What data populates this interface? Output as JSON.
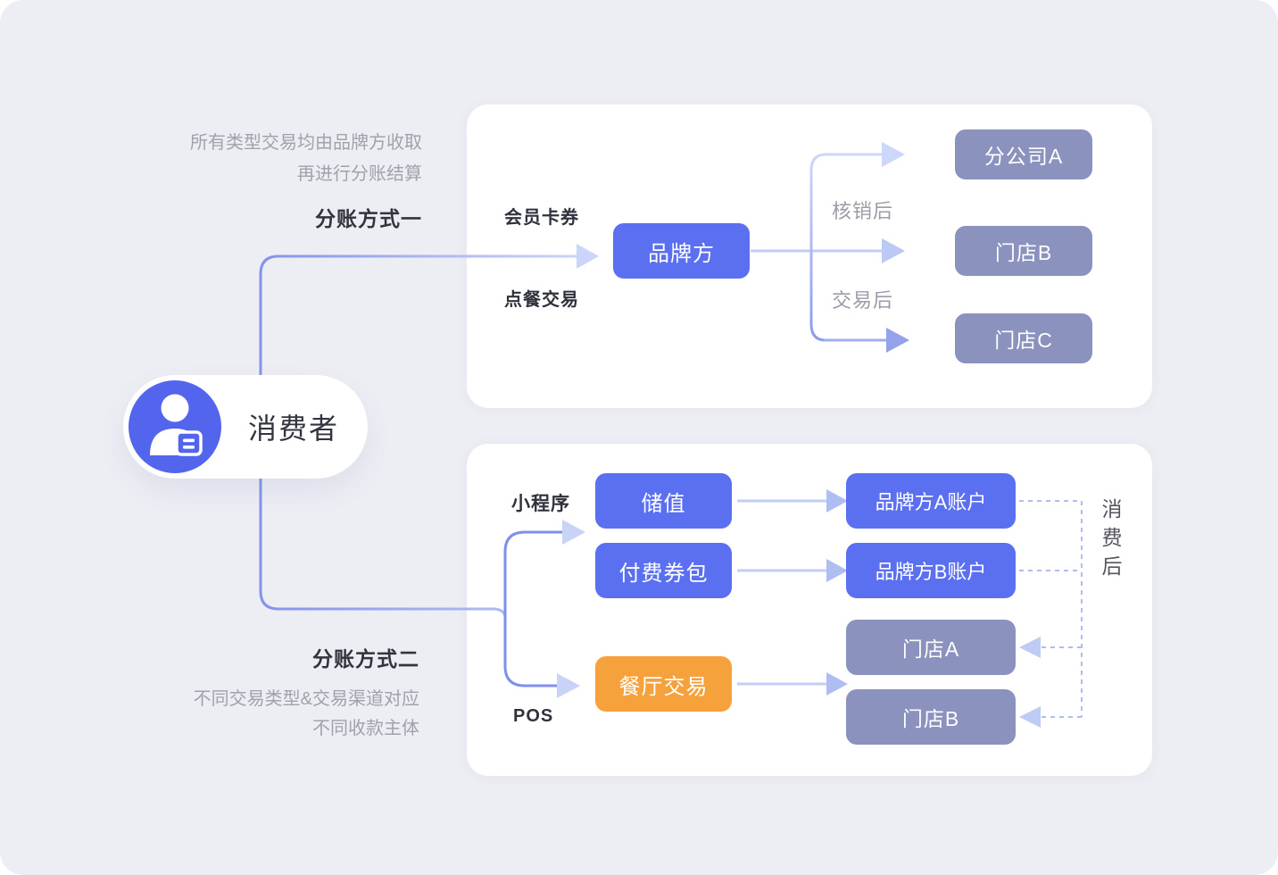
{
  "colors": {
    "background": "#EDEEF4",
    "card": "#FFFFFF",
    "blue_node": "#5B6FF1",
    "gray_node": "#8A92BD",
    "orange_node": "#F6A23C",
    "avatar_blue": "#5365ED",
    "connector_strong": "#8494E8",
    "connector_light": "#C9D3F8",
    "dashed_line": "#AFBEF0",
    "text_dark": "#32343E",
    "text_gray": "#A0A2AC"
  },
  "consumer": {
    "label": "消费者",
    "icon": "person-badge-icon"
  },
  "method_one": {
    "annotation_line1": "所有类型交易均由品牌方收取",
    "annotation_line2": "再进行分账结算",
    "title": "分账方式一",
    "channel_top": "会员卡券",
    "channel_bottom": "点餐交易",
    "brand_node": "品牌方",
    "branch_top_label": "核销后",
    "branch_bottom_label": "交易后",
    "targets": [
      "分公司A",
      "门店B",
      "门店C"
    ]
  },
  "method_two": {
    "title": "分账方式二",
    "annotation_line1": "不同交易类型&交易渠道对应",
    "annotation_line2": "不同收款主体",
    "channel_top": "小程序",
    "channel_bottom": "POS",
    "source_stored_value": "储值",
    "source_paid_coupon": "付费券包",
    "source_restaurant": "餐厅交易",
    "account_a": "品牌方A账户",
    "account_b": "品牌方B账户",
    "store_a": "门店A",
    "store_b": "门店B",
    "after_consume_label": "消费后"
  }
}
